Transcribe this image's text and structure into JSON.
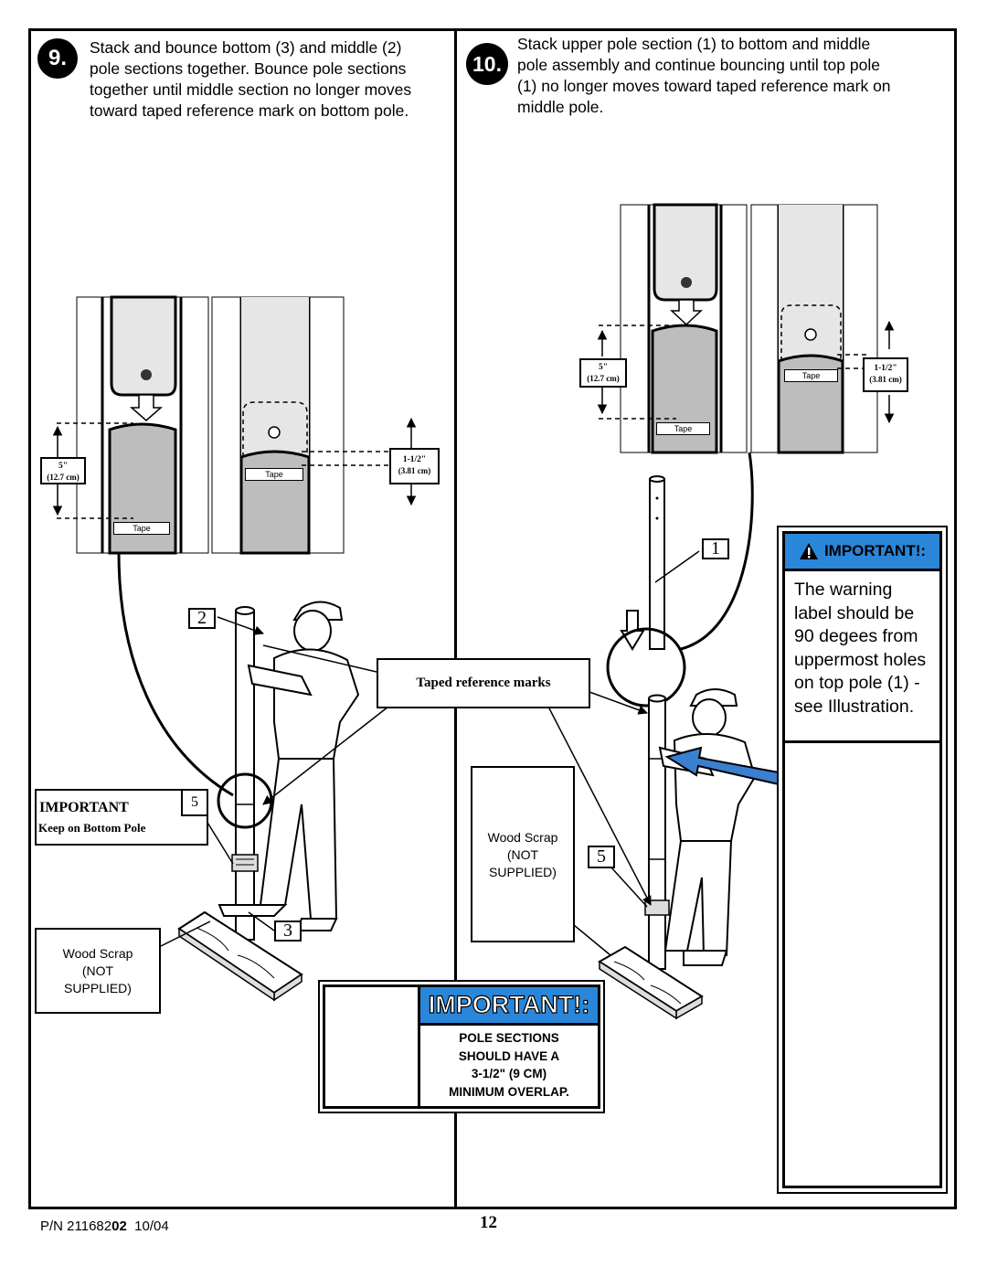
{
  "step9": {
    "number": "9.",
    "text_lines": [
      "Stack and bounce bottom (3) and middle (2)",
      "pole sections together.  Bounce pole sections",
      "together until middle section no longer moves",
      "toward taped reference mark on bottom pole."
    ],
    "detail": {
      "tape_label": "Tape",
      "measure_5": "5\"",
      "measure_5_cm": "(12.7 cm)",
      "measure_overlap": "1-1/2\"",
      "measure_overlap_cm": "(3.81 cm)"
    },
    "callout_2": "2",
    "callout_3": "3",
    "callout_5": "5",
    "important_box": {
      "title": "IMPORTANT",
      "number": "5",
      "text": "Keep on Bottom Pole"
    },
    "wood_scrap": [
      "Wood Scrap",
      "(NOT",
      "SUPPLIED)"
    ]
  },
  "step10": {
    "number": "10.",
    "text_lines": [
      "Stack upper pole section (1) to bottom and middle",
      "pole assembly and continue bouncing until top pole",
      "(1) no longer moves toward taped reference mark on",
      "middle pole."
    ],
    "detail": {
      "tape_label": "Tape",
      "measure_5": "5\"",
      "measure_5_cm": "(12.7 cm)",
      "measure_overlap": "1-1/2\"",
      "measure_overlap_cm": "(3.81 cm)"
    },
    "callout_1": "1",
    "callout_5": "5",
    "wood_scrap": [
      "Wood Scrap",
      "(NOT",
      "SUPPLIED)"
    ],
    "warning_panel": {
      "title": "IMPORTANT!:",
      "text_lines": [
        "The warning",
        "label should be",
        "90 degees from",
        "uppermost holes",
        "on top pole (1) -",
        "see Illustration."
      ]
    }
  },
  "taped_reference": "Taped reference marks",
  "important_banner": {
    "title": "IMPORTANT!:",
    "lines": [
      "POLE SECTIONS",
      "SHOULD HAVE A",
      "3-1/2\" (9 CM)",
      "MINIMUM OVERLAP."
    ]
  },
  "footer": {
    "pn_prefix": "P/N 211682",
    "pn_bold": "02",
    "date": "10/04",
    "page": "12"
  },
  "colors": {
    "banner_blue": "#2a86d8",
    "pole_gray": "#bdbdbd",
    "pole_light": "#e6e6e6",
    "arrow_blue": "#3a7fd0"
  }
}
